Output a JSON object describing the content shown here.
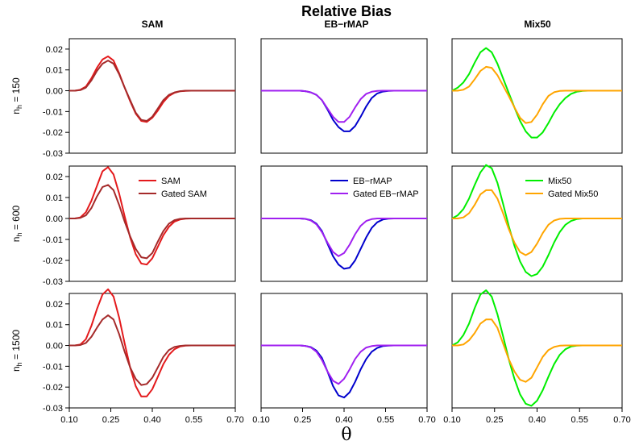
{
  "chart_data": {
    "type": "line",
    "title": "Relative Bias",
    "xlabel": "θ",
    "x": [
      0.1,
      0.12,
      0.14,
      0.16,
      0.18,
      0.2,
      0.22,
      0.24,
      0.26,
      0.28,
      0.3,
      0.32,
      0.34,
      0.36,
      0.38,
      0.4,
      0.42,
      0.44,
      0.46,
      0.48,
      0.5,
      0.52,
      0.54,
      0.56,
      0.58,
      0.6,
      0.62,
      0.64,
      0.66,
      0.68,
      0.7
    ],
    "xlim": [
      0.1,
      0.7
    ],
    "ylim": [
      -0.03,
      0.025
    ],
    "xticks": [
      "0.10",
      "0.25",
      "0.40",
      "0.55",
      "0.70"
    ],
    "xtick_values": [
      0.1,
      0.25,
      0.4,
      0.55,
      0.7
    ],
    "yticks": [
      "0.02",
      "0.01",
      "0.00",
      "-0.01",
      "-0.02",
      "-0.03"
    ],
    "ytick_values": [
      0.02,
      0.01,
      0.0,
      -0.01,
      -0.02,
      -0.03
    ],
    "columns": [
      "SAM",
      "EB−rMAP",
      "Mix50"
    ],
    "rows": [
      {
        "label_base": "n",
        "label_sub": "h",
        "label_rest": " = 150"
      },
      {
        "label_base": "n",
        "label_sub": "h",
        "label_rest": " = 600"
      },
      {
        "label_base": "n",
        "label_sub": "h",
        "label_rest": " = 1500"
      }
    ],
    "colors": {
      "SAM": "#e41a1c",
      "Gated SAM": "#a52a2a",
      "EB-rMAP": "#0000cd",
      "Gated EB-rMAP": "#a020f0",
      "Mix50": "#00ee00",
      "Gated Mix50": "#ffa500"
    },
    "panels": [
      [
        {
          "series": [
            {
              "name": "SAM",
              "color_key": "SAM",
              "values": [
                0,
                0,
                0.0005,
                0.002,
                0.006,
                0.011,
                0.015,
                0.0165,
                0.0145,
                0.0085,
                0.0015,
                -0.005,
                -0.011,
                -0.0145,
                -0.015,
                -0.013,
                -0.0095,
                -0.0055,
                -0.0025,
                -0.001,
                -0.0003,
                -0.0001,
                0,
                0,
                0,
                0,
                0,
                0,
                0,
                0,
                0
              ]
            },
            {
              "name": "Gated SAM",
              "color_key": "Gated SAM",
              "values": [
                0,
                0,
                0.0003,
                0.0015,
                0.005,
                0.0095,
                0.013,
                0.0145,
                0.013,
                0.008,
                0.0015,
                -0.0045,
                -0.0105,
                -0.014,
                -0.0145,
                -0.0125,
                -0.0085,
                -0.0045,
                -0.002,
                -0.0008,
                -0.0002,
                0,
                0,
                0,
                0,
                0,
                0,
                0,
                0,
                0,
                0
              ]
            }
          ]
        },
        {
          "series": [
            {
              "name": "EB−rMAP",
              "color_key": "EB-rMAP",
              "values": [
                0,
                0,
                0,
                0,
                0,
                0,
                0,
                0,
                -0.0002,
                -0.0008,
                -0.002,
                -0.0045,
                -0.009,
                -0.014,
                -0.0175,
                -0.0195,
                -0.0195,
                -0.017,
                -0.0125,
                -0.0075,
                -0.0035,
                -0.0013,
                -0.0004,
                -0.0001,
                0,
                0,
                0,
                0,
                0,
                0,
                0
              ]
            },
            {
              "name": "Gated EB−rMAP",
              "color_key": "Gated EB-rMAP",
              "values": [
                0,
                0,
                0,
                0,
                0,
                0,
                0,
                0,
                -0.0002,
                -0.0008,
                -0.002,
                -0.0045,
                -0.0085,
                -0.0125,
                -0.015,
                -0.015,
                -0.0125,
                -0.008,
                -0.004,
                -0.0015,
                -0.0005,
                -0.0001,
                0,
                0,
                0,
                0,
                0,
                0,
                0,
                0,
                0
              ]
            }
          ]
        },
        {
          "series": [
            {
              "name": "Mix50",
              "color_key": "Mix50",
              "values": [
                0,
                0.0015,
                0.004,
                0.008,
                0.0135,
                0.0185,
                0.0205,
                0.0185,
                0.013,
                0.006,
                -0.001,
                -0.008,
                -0.0145,
                -0.0195,
                -0.0225,
                -0.0225,
                -0.02,
                -0.0155,
                -0.0105,
                -0.0065,
                -0.0035,
                -0.0015,
                -0.0005,
                -0.0001,
                0,
                0,
                0,
                0,
                0,
                0,
                0
              ]
            },
            {
              "name": "Gated Mix50",
              "color_key": "Gated Mix50",
              "values": [
                0,
                0,
                0.0005,
                0.002,
                0.0055,
                0.0095,
                0.0115,
                0.011,
                0.0075,
                0.0025,
                -0.0025,
                -0.008,
                -0.013,
                -0.0155,
                -0.015,
                -0.0115,
                -0.0065,
                -0.0025,
                -0.0007,
                -0.0001,
                0,
                0,
                0,
                0,
                0,
                0,
                0,
                0,
                0,
                0,
                0
              ]
            }
          ]
        }
      ],
      [
        {
          "legend": [
            "SAM",
            "Gated SAM"
          ],
          "series": [
            {
              "name": "SAM",
              "color_key": "SAM",
              "values": [
                0,
                0,
                0.0005,
                0.003,
                0.0085,
                0.0155,
                0.0225,
                0.0245,
                0.021,
                0.012,
                0.001,
                -0.009,
                -0.017,
                -0.0215,
                -0.022,
                -0.019,
                -0.0135,
                -0.008,
                -0.004,
                -0.0015,
                -0.0005,
                -0.0001,
                0,
                0,
                0,
                0,
                0,
                0,
                0,
                0,
                0
              ]
            },
            {
              "name": "Gated SAM",
              "color_key": "Gated SAM",
              "values": [
                0,
                0,
                0.0003,
                0.0015,
                0.005,
                0.0105,
                0.015,
                0.016,
                0.0135,
                0.0065,
                -0.0015,
                -0.0085,
                -0.0145,
                -0.0185,
                -0.019,
                -0.0165,
                -0.011,
                -0.006,
                -0.0025,
                -0.0008,
                -0.0002,
                0,
                0,
                0,
                0,
                0,
                0,
                0,
                0,
                0,
                0
              ]
            }
          ]
        },
        {
          "legend": [
            "EB−rMAP",
            "Gated EB−rMAP"
          ],
          "series": [
            {
              "name": "EB−rMAP",
              "color_key": "EB-rMAP",
              "values": [
                0,
                0,
                0,
                0,
                0,
                0,
                0,
                0,
                -0.0002,
                -0.0008,
                -0.0025,
                -0.006,
                -0.012,
                -0.018,
                -0.022,
                -0.024,
                -0.0235,
                -0.02,
                -0.0145,
                -0.009,
                -0.0045,
                -0.0018,
                -0.0005,
                -0.0001,
                0,
                0,
                0,
                0,
                0,
                0,
                0
              ]
            },
            {
              "name": "Gated EB−rMAP",
              "color_key": "Gated EB-rMAP",
              "values": [
                0,
                0,
                0,
                0,
                0,
                0,
                0,
                0,
                -0.0002,
                -0.001,
                -0.0028,
                -0.0065,
                -0.0115,
                -0.016,
                -0.018,
                -0.0165,
                -0.0125,
                -0.0075,
                -0.0035,
                -0.0012,
                -0.0003,
                0,
                0,
                0,
                0,
                0,
                0,
                0,
                0,
                0,
                0
              ]
            }
          ]
        },
        {
          "legend": [
            "Mix50",
            "Gated Mix50"
          ],
          "series": [
            {
              "name": "Mix50",
              "color_key": "Mix50",
              "values": [
                0,
                0.0015,
                0.0045,
                0.0095,
                0.016,
                0.022,
                0.0255,
                0.024,
                0.017,
                0.007,
                -0.0035,
                -0.013,
                -0.0205,
                -0.0255,
                -0.0275,
                -0.0265,
                -0.023,
                -0.0175,
                -0.0115,
                -0.0065,
                -0.003,
                -0.0012,
                -0.0003,
                0,
                0,
                0,
                0,
                0,
                0,
                0,
                0
              ]
            },
            {
              "name": "Gated Mix50",
              "color_key": "Gated Mix50",
              "values": [
                0,
                0,
                0.0005,
                0.0025,
                0.0065,
                0.0115,
                0.0135,
                0.0135,
                0.0095,
                0.0025,
                -0.005,
                -0.0115,
                -0.016,
                -0.0175,
                -0.016,
                -0.012,
                -0.007,
                -0.003,
                -0.001,
                -0.0002,
                0,
                0,
                0,
                0,
                0,
                0,
                0,
                0,
                0,
                0,
                0
              ]
            }
          ]
        }
      ],
      [
        {
          "series": [
            {
              "name": "SAM",
              "color_key": "SAM",
              "values": [
                0,
                0,
                0.0005,
                0.003,
                0.0095,
                0.0175,
                0.0245,
                0.027,
                0.0235,
                0.0135,
                0.001,
                -0.0105,
                -0.0195,
                -0.0245,
                -0.0245,
                -0.021,
                -0.015,
                -0.009,
                -0.0045,
                -0.0018,
                -0.0005,
                -0.0001,
                0,
                0,
                0,
                0,
                0,
                0,
                0,
                0,
                0
              ]
            },
            {
              "name": "Gated SAM",
              "color_key": "Gated SAM",
              "values": [
                0,
                0,
                0.0002,
                0.0012,
                0.0042,
                0.0085,
                0.0125,
                0.0145,
                0.0125,
                0.0055,
                -0.003,
                -0.0105,
                -0.016,
                -0.019,
                -0.0185,
                -0.0155,
                -0.0105,
                -0.0055,
                -0.0022,
                -0.0007,
                -0.0002,
                0,
                0,
                0,
                0,
                0,
                0,
                0,
                0,
                0,
                0
              ]
            }
          ]
        },
        {
          "series": [
            {
              "name": "EB−rMAP",
              "color_key": "EB-rMAP",
              "values": [
                0,
                0,
                0,
                0,
                0,
                0,
                0,
                0,
                -0.0002,
                -0.0008,
                -0.0025,
                -0.006,
                -0.0125,
                -0.0195,
                -0.024,
                -0.025,
                -0.0225,
                -0.0175,
                -0.0115,
                -0.0065,
                -0.003,
                -0.0012,
                -0.0003,
                -0.0001,
                0,
                0,
                0,
                0,
                0,
                0,
                0
              ]
            },
            {
              "name": "Gated EB−rMAP",
              "color_key": "Gated EB-rMAP",
              "values": [
                0,
                0,
                0,
                0,
                0,
                0,
                0,
                0,
                -0.0002,
                -0.001,
                -0.003,
                -0.007,
                -0.0125,
                -0.017,
                -0.0185,
                -0.016,
                -0.0115,
                -0.0065,
                -0.003,
                -0.001,
                -0.0003,
                0,
                0,
                0,
                0,
                0,
                0,
                0,
                0,
                0,
                0
              ]
            }
          ]
        },
        {
          "series": [
            {
              "name": "Mix50",
              "color_key": "Mix50",
              "values": [
                0,
                0.0015,
                0.005,
                0.0105,
                0.018,
                0.0245,
                0.0265,
                0.0235,
                0.015,
                0.0045,
                -0.0065,
                -0.016,
                -0.0235,
                -0.028,
                -0.029,
                -0.0265,
                -0.0215,
                -0.015,
                -0.009,
                -0.0045,
                -0.0018,
                -0.0005,
                -0.0001,
                0,
                0,
                0,
                0,
                0,
                0,
                0,
                0
              ]
            },
            {
              "name": "Gated Mix50",
              "color_key": "Gated Mix50",
              "values": [
                0,
                0,
                0.0005,
                0.0025,
                0.006,
                0.0105,
                0.0125,
                0.0125,
                0.0085,
                0.001,
                -0.0065,
                -0.0125,
                -0.0165,
                -0.0175,
                -0.0155,
                -0.0105,
                -0.0055,
                -0.0022,
                -0.0007,
                -0.0001,
                0,
                0,
                0,
                0,
                0,
                0,
                0,
                0,
                0,
                0,
                0
              ]
            }
          ]
        }
      ]
    ]
  }
}
